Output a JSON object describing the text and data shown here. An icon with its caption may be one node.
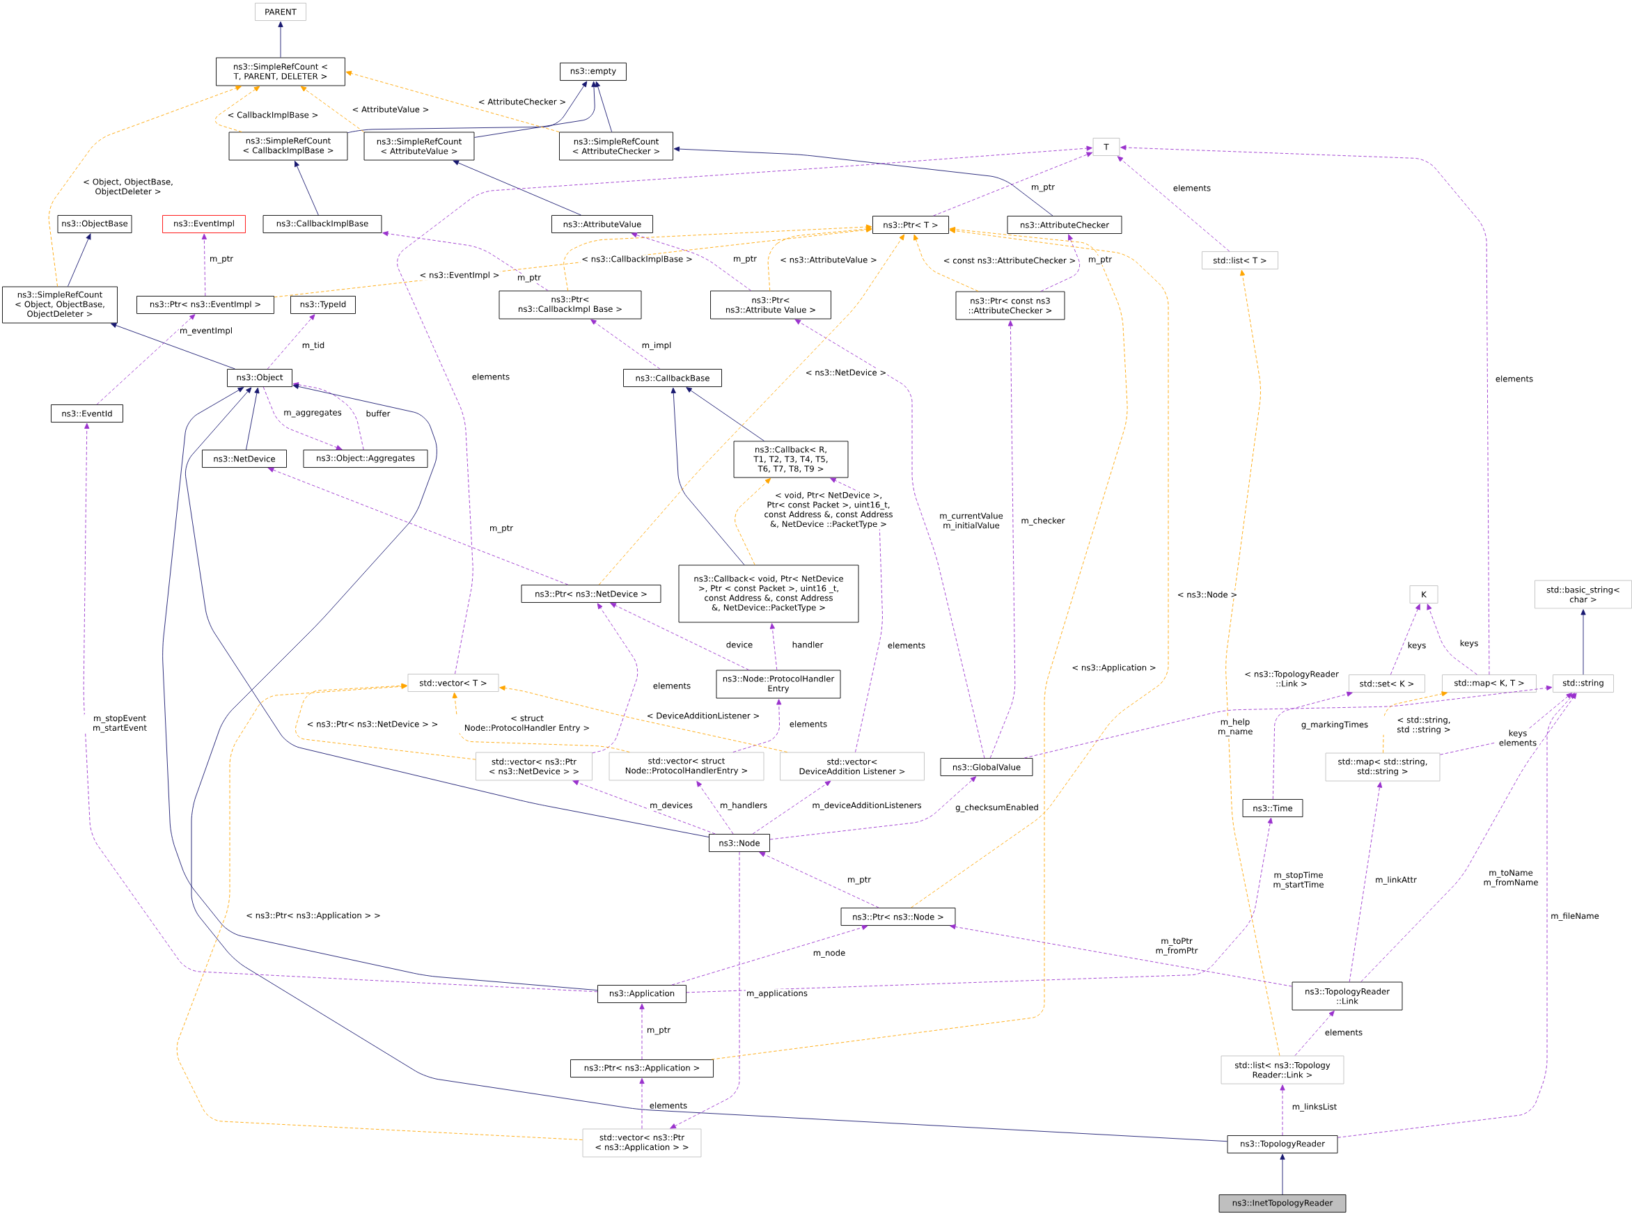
{
  "diagram": {
    "nodes": [
      {
        "text": [
          "PARENT"
        ]
      },
      {
        "text": [
          "ns3::SimpleRefCount < T, PARENT, DELETER >"
        ]
      },
      {
        "text": [
          "ns3::empty"
        ]
      },
      {
        "text": [
          "ns3::SimpleRefCount < CallbackImplBase >"
        ]
      },
      {
        "text": [
          "ns3::SimpleRefCount < AttributeValue >"
        ]
      },
      {
        "text": [
          "ns3::SimpleRefCount < AttributeChecker >"
        ]
      },
      {
        "text": [
          "T"
        ]
      },
      {
        "text": [
          "ns3::ObjectBase"
        ]
      },
      {
        "text": [
          "ns3::EventImpl"
        ]
      },
      {
        "text": [
          "ns3::CallbackImplBase"
        ]
      },
      {
        "text": [
          "ns3::AttributeValue"
        ]
      },
      {
        "text": [
          "ns3::Ptr< T >"
        ]
      },
      {
        "text": [
          "ns3::AttributeChecker"
        ]
      },
      {
        "text": [
          "ns3::SimpleRefCount < Object, ObjectBase, ObjectDeleter >"
        ]
      },
      {
        "text": [
          "ns3::Ptr< ns3::EventImpl >"
        ]
      },
      {
        "text": [
          "ns3::TypeId"
        ]
      },
      {
        "text": [
          "ns3::Ptr< ns3::CallbackImpl Base >"
        ]
      },
      {
        "text": [
          "ns3::Ptr< ns3::Attribute Value >"
        ]
      },
      {
        "text": [
          "ns3::Ptr< const ns3 ::AttributeChecker >"
        ]
      },
      {
        "text": [
          "std::list< T >"
        ]
      },
      {
        "text": [
          "ns3::Object"
        ]
      },
      {
        "text": [
          "ns3::CallbackBase"
        ]
      },
      {
        "text": [
          "ns3::EventId"
        ]
      },
      {
        "text": [
          "ns3::NetDevice"
        ]
      },
      {
        "text": [
          "ns3::Object::Aggregates"
        ]
      },
      {
        "text": [
          "ns3::Callback< R, T1, T2, T3, T4, T5, T6, T7, T8, T9 >"
        ]
      },
      {
        "text": [
          "ns3::Callback< void, Ptr< NetDevice >, Ptr < const Packet >, uint16 _t, const Address &, const Address &, NetDevice::PacketType >"
        ]
      },
      {
        "text": [
          "ns3::Ptr< ns3::NetDevice >"
        ]
      },
      {
        "text": [
          "K"
        ]
      },
      {
        "text": [
          "std::basic_string< char >"
        ]
      },
      {
        "text": [
          "ns3::Node::ProtocolHandler Entry"
        ]
      },
      {
        "text": [
          "std::vector< T >"
        ]
      },
      {
        "text": [
          "std::set< K >"
        ]
      },
      {
        "text": [
          "std::map< K, T >"
        ]
      },
      {
        "text": [
          "std::string"
        ]
      },
      {
        "text": [
          "std::vector< ns3::Ptr < ns3::NetDevice > >"
        ]
      },
      {
        "text": [
          "std::vector< struct Node::ProtocolHandlerEntry >"
        ]
      },
      {
        "text": [
          "std::vector< DeviceAddition Listener >"
        ]
      },
      {
        "text": [
          "ns3::GlobalValue"
        ]
      },
      {
        "text": [
          "std::map< std::string, std::string >"
        ]
      },
      {
        "text": [
          "ns3::Time"
        ]
      },
      {
        "text": [
          "ns3::Node"
        ]
      },
      {
        "text": [
          "ns3::Ptr< ns3::Node >"
        ]
      },
      {
        "text": [
          "ns3::Application"
        ]
      },
      {
        "text": [
          "ns3::TopologyReader ::Link"
        ]
      },
      {
        "text": [
          "ns3::Ptr< ns3::Application >"
        ]
      },
      {
        "text": [
          "std::list< ns3::Topology Reader::Link >"
        ]
      },
      {
        "text": [
          "std::vector< ns3::Ptr < ns3::Application > >"
        ]
      },
      {
        "text": [
          "ns3::TopologyReader"
        ]
      },
      {
        "text": [
          "ns3::InetTopologyReader"
        ]
      }
    ],
    "edges": [
      {
        "from": 1,
        "to": 0,
        "arrow": "to",
        "color": "#191970"
      },
      {
        "from": 3,
        "to": 2,
        "arrow": "to",
        "color": "#191970"
      },
      {
        "from": 4,
        "to": 2,
        "arrow": "to",
        "color": "#191970"
      },
      {
        "from": 5,
        "to": 2,
        "arrow": "to",
        "color": "#191970"
      },
      {
        "from": 3,
        "to": 1,
        "arrow": "to",
        "style": "dashed",
        "color": "#ffa500",
        "label": "< CallbackImplBase >"
      },
      {
        "from": 4,
        "to": 1,
        "arrow": "to",
        "style": "dashed",
        "color": "#ffa500",
        "label": "< AttributeValue >"
      },
      {
        "from": 5,
        "to": 1,
        "arrow": "to",
        "style": "dashed",
        "color": "#ffa500",
        "label": "< AttributeChecker >"
      },
      {
        "from": 13,
        "to": 1,
        "arrow": "to",
        "style": "dashed",
        "color": "#ffa500",
        "label": "< Object, ObjectBase, ObjectDeleter >"
      },
      {
        "from": 9,
        "to": 3,
        "arrow": "to",
        "color": "#191970"
      },
      {
        "from": 10,
        "to": 4,
        "arrow": "to",
        "color": "#191970"
      },
      {
        "from": 12,
        "to": 5,
        "arrow": "to",
        "color": "#191970"
      },
      {
        "from": 13,
        "to": 7,
        "arrow": "to",
        "color": "#191970"
      },
      {
        "from": 14,
        "to": 8,
        "arrow": "to",
        "style": "dashed",
        "label": "m_ptr"
      },
      {
        "from": 14,
        "to": 11,
        "arrow": "to",
        "style": "dashed",
        "color": "#ffa500",
        "label": "< ns3::EventImpl >"
      },
      {
        "from": 16,
        "to": 9,
        "arrow": "to",
        "style": "dashed",
        "label": "m_ptr"
      },
      {
        "from": 16,
        "to": 11,
        "arrow": "to",
        "style": "dashed",
        "color": "#ffa500",
        "label": "< ns3::CallbackImplBase >"
      },
      {
        "from": 17,
        "to": 10,
        "arrow": "to",
        "style": "dashed",
        "label": "m_ptr"
      },
      {
        "from": 17,
        "to": 11,
        "arrow": "to",
        "style": "dashed",
        "color": "#ffa500",
        "label": "< ns3::AttributeValue >"
      },
      {
        "from": 18,
        "to": 12,
        "arrow": "to",
        "style": "dashed",
        "label": "m_ptr"
      },
      {
        "from": 18,
        "to": 11,
        "arrow": "to",
        "style": "dashed",
        "color": "#ffa500",
        "label": "< const ns3::AttributeChecker >"
      },
      {
        "from": 11,
        "to": 6,
        "arrow": "to",
        "style": "dashed",
        "label": "m_ptr"
      },
      {
        "from": 19,
        "to": 6,
        "arrow": "to",
        "style": "dashed",
        "label": "elements"
      },
      {
        "from": 31,
        "to": 6,
        "arrow": "to",
        "style": "dashed",
        "label": "elements"
      },
      {
        "from": 33,
        "to": 6,
        "arrow": "to",
        "style": "dashed",
        "label": "elements"
      },
      {
        "from": 20,
        "to": 13,
        "arrow": "to",
        "color": "#191970"
      },
      {
        "from": 20,
        "to": 15,
        "arrow": "to",
        "style": "dashed",
        "label": "m_tid"
      },
      {
        "from": 22,
        "to": 14,
        "arrow": "to",
        "style": "dashed",
        "label": "m_eventImpl"
      },
      {
        "from": 21,
        "to": 16,
        "arrow": "to",
        "style": "dashed",
        "label": "m_impl"
      },
      {
        "from": 38,
        "to": 17,
        "arrow": "to",
        "style": "dashed",
        "label": "m_currentValue m_initialValue"
      },
      {
        "from": 38,
        "to": 18,
        "arrow": "to",
        "style": "dashed",
        "label": "m_checker"
      },
      {
        "from": 20,
        "to": 24,
        "arrow": "to",
        "style": "dashed",
        "label": "m_aggregates"
      },
      {
        "from": 24,
        "to": 20,
        "arrow": "to",
        "style": "dashed",
        "label": "buffer"
      },
      {
        "from": 23,
        "to": 20,
        "arrow": "to",
        "color": "#191970"
      },
      {
        "from": 41,
        "to": 20,
        "arrow": "to",
        "color": "#191970"
      },
      {
        "from": 43,
        "to": 20,
        "arrow": "to",
        "color": "#191970"
      },
      {
        "from": 48,
        "to": 20,
        "arrow": "to",
        "color": "#191970"
      },
      {
        "from": 25,
        "to": 21,
        "arrow": "to",
        "color": "#191970"
      },
      {
        "from": 26,
        "to": 21,
        "arrow": "to",
        "color": "#191970"
      },
      {
        "from": 26,
        "to": 25,
        "arrow": "to",
        "style": "dashed",
        "color": "#ffa500",
        "label": "< void, Ptr< NetDevice >, Ptr< const Packet >, uint16_t, const Address &, const Address &, NetDevice ::PacketType >"
      },
      {
        "from": 37,
        "to": 25,
        "arrow": "to",
        "style": "dashed",
        "label": "elements"
      },
      {
        "from": 27,
        "to": 23,
        "arrow": "to",
        "style": "dashed",
        "label": "m_ptr"
      },
      {
        "from": 27,
        "to": 11,
        "arrow": "to",
        "style": "dashed",
        "color": "#ffa500",
        "label": "< ns3::NetDevice >"
      },
      {
        "from": 42,
        "to": 11,
        "arrow": "to",
        "style": "dashed",
        "color": "#ffa500",
        "label": "< ns3::Node >"
      },
      {
        "from": 45,
        "to": 11,
        "arrow": "to",
        "style": "dashed",
        "color": "#ffa500",
        "label": "< ns3::Application >"
      },
      {
        "from": 46,
        "to": 19,
        "arrow": "to",
        "style": "dashed",
        "color": "#ffa500",
        "label": "< ns3::TopologyReader ::Link >"
      },
      {
        "from": 30,
        "to": 27,
        "arrow": "to",
        "style": "dashed",
        "label": "device"
      },
      {
        "from": 35,
        "to": 27,
        "arrow": "to",
        "style": "dashed",
        "label": "elements"
      },
      {
        "from": 30,
        "to": 26,
        "arrow": "to",
        "style": "dashed",
        "label": "handler"
      },
      {
        "from": 36,
        "to": 30,
        "arrow": "to",
        "style": "dashed",
        "label": "elements"
      },
      {
        "from": 35,
        "to": 31,
        "arrow": "to",
        "style": "dashed",
        "color": "#ffa500",
        "label": "< ns3::Ptr< ns3::NetDevice > >"
      },
      {
        "from": 36,
        "to": 31,
        "arrow": "to",
        "style": "dashed",
        "color": "#ffa500",
        "label": "< struct Node::ProtocolHandler Entry >"
      },
      {
        "from": 37,
        "to": 31,
        "arrow": "to",
        "style": "dashed",
        "color": "#ffa500",
        "label": "< DeviceAdditionListener >"
      },
      {
        "from": 47,
        "to": 31,
        "arrow": "to",
        "style": "dashed",
        "color": "#ffa500",
        "label": "< ns3::Ptr< ns3::Application > >"
      },
      {
        "from": 32,
        "to": 28,
        "arrow": "to",
        "style": "dashed",
        "label": "keys"
      },
      {
        "from": 33,
        "to": 28,
        "arrow": "to",
        "style": "dashed",
        "label": "keys"
      },
      {
        "from": 34,
        "to": 29,
        "arrow": "to",
        "color": "#191970"
      },
      {
        "from": 38,
        "to": 34,
        "arrow": "to",
        "style": "dashed",
        "label": "m_help m_name"
      },
      {
        "from": 39,
        "to": 33,
        "arrow": "to",
        "style": "dashed",
        "color": "#ffa500",
        "label": "< std::string, std ::string >"
      },
      {
        "from": 39,
        "to": 34,
        "arrow": "to",
        "style": "dashed",
        "label": "keys elements"
      },
      {
        "from": 40,
        "to": 32,
        "arrow": "to",
        "style": "dashed",
        "label": "g_markingTimes"
      },
      {
        "from": 41,
        "to": 35,
        "arrow": "to",
        "style": "dashed",
        "label": "m_devices"
      },
      {
        "from": 41,
        "to": 36,
        "arrow": "to",
        "style": "dashed",
        "label": "m_handlers"
      },
      {
        "from": 41,
        "to": 37,
        "arrow": "to",
        "style": "dashed",
        "label": "m_deviceAdditionListeners"
      },
      {
        "from": 41,
        "to": 38,
        "arrow": "to",
        "style": "dashed",
        "label": "g_checksumEnabled"
      },
      {
        "from": 41,
        "to": 47,
        "arrow": "to",
        "style": "dashed",
        "label": "m_applications"
      },
      {
        "from": 42,
        "to": 41,
        "arrow": "to",
        "style": "dashed",
        "label": "m_ptr"
      },
      {
        "from": 43,
        "to": 42,
        "arrow": "to",
        "style": "dashed",
        "label": "m_node"
      },
      {
        "from": 43,
        "to": 40,
        "arrow": "to",
        "style": "dashed",
        "label": "m_stopTime m_startTime"
      },
      {
        "from": 43,
        "to": 22,
        "arrow": "to",
        "style": "dashed",
        "label": "m_stopEvent m_startEvent"
      },
      {
        "from": 44,
        "to": 42,
        "arrow": "to",
        "style": "dashed",
        "label": "m_toPtr m_fromPtr"
      },
      {
        "from": 44,
        "to": 39,
        "arrow": "to",
        "style": "dashed",
        "label": "m_linkAttr"
      },
      {
        "from": 44,
        "to": 34,
        "arrow": "to",
        "style": "dashed",
        "label": "m_toName m_fromName"
      },
      {
        "from": 45,
        "to": 43,
        "arrow": "to",
        "style": "dashed",
        "label": "m_ptr"
      },
      {
        "from": 47,
        "to": 45,
        "arrow": "to",
        "style": "dashed",
        "label": "elements"
      },
      {
        "from": 46,
        "to": 44,
        "arrow": "to",
        "style": "dashed",
        "label": "elements"
      },
      {
        "from": 48,
        "to": 46,
        "arrow": "to",
        "style": "dashed",
        "label": "m_linksList"
      },
      {
        "from": 48,
        "to": 34,
        "arrow": "to",
        "style": "dashed",
        "label": "m_fileName"
      },
      {
        "from": 49,
        "to": 48,
        "arrow": "to",
        "color": "#191970"
      }
    ]
  }
}
